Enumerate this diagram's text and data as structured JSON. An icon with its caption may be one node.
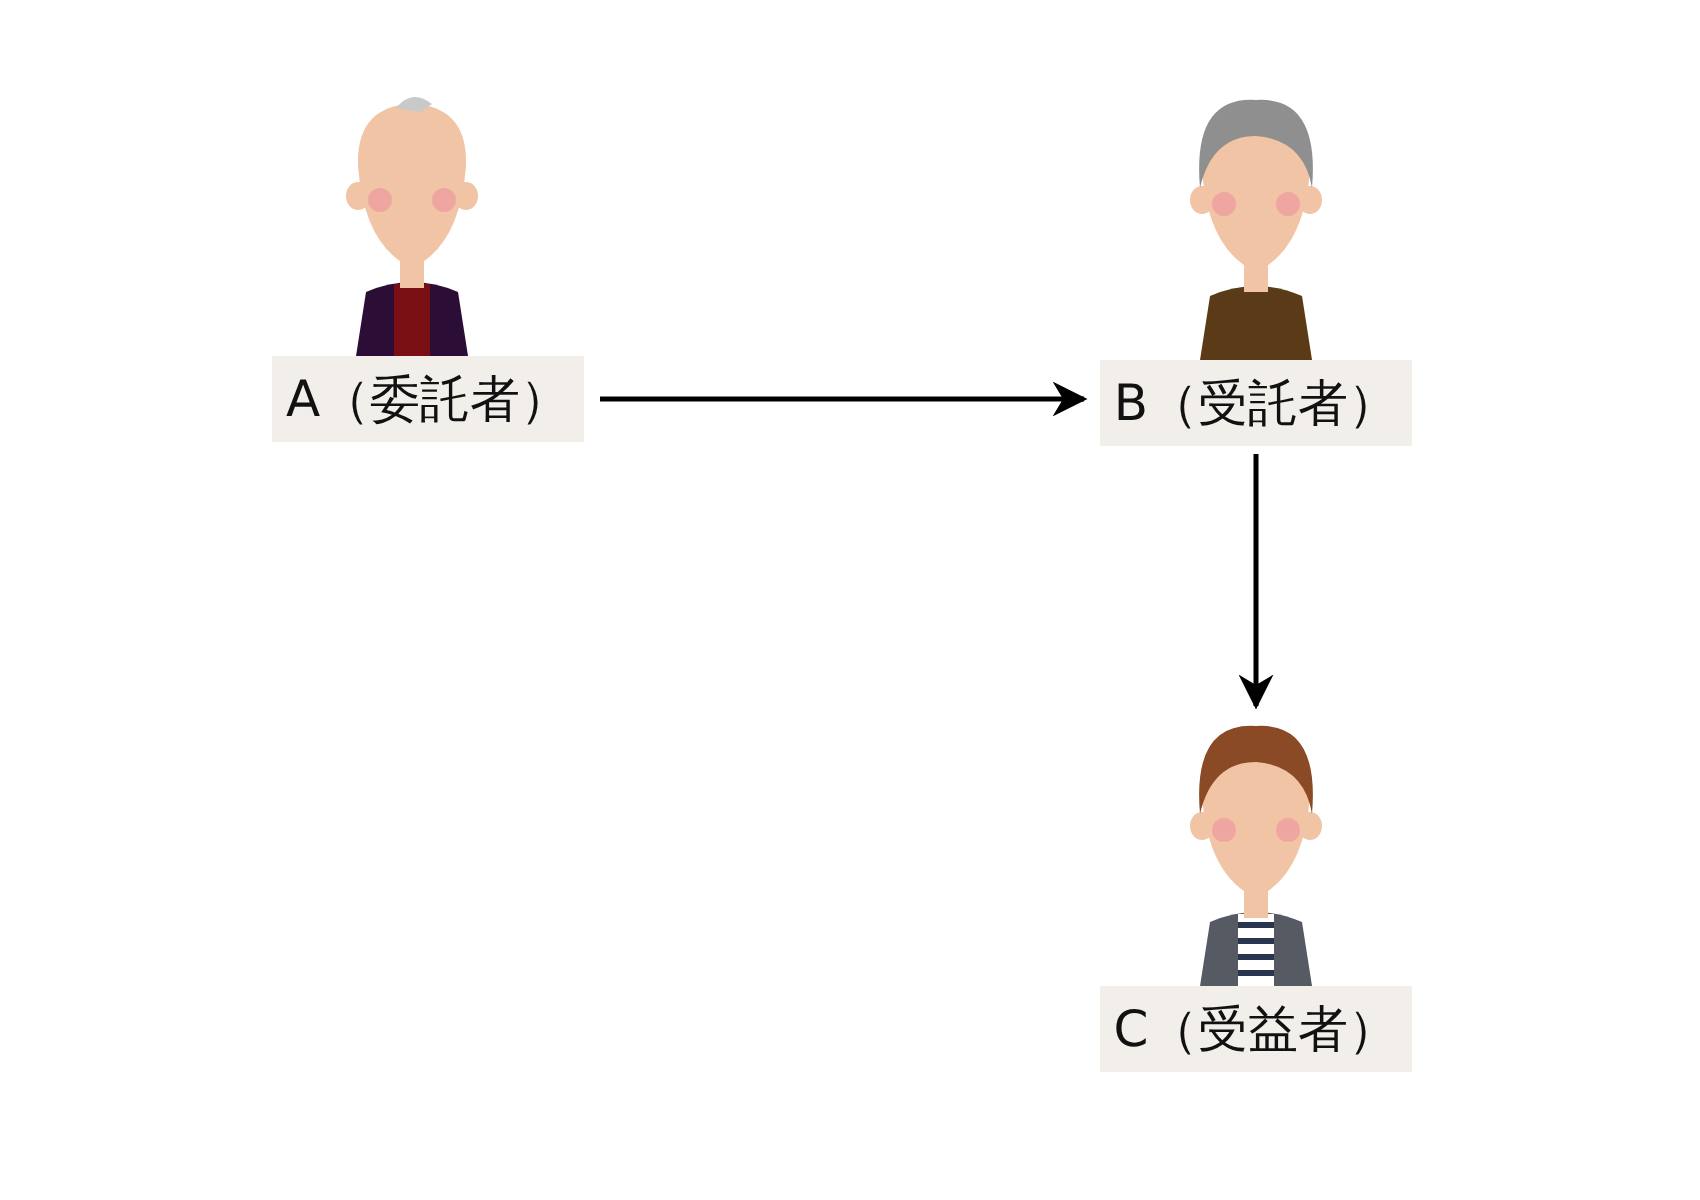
{
  "diagram": {
    "nodes": [
      {
        "text": [
          "A（委託者）"
        ]
      },
      {
        "text": [
          "B（受託者）"
        ]
      },
      {
        "text": [
          "C（受益者）"
        ]
      }
    ],
    "edges": [
      {
        "from": 0,
        "to": 1,
        "arrow": "to"
      },
      {
        "from": 1,
        "to": 2,
        "arrow": "to"
      }
    ]
  }
}
